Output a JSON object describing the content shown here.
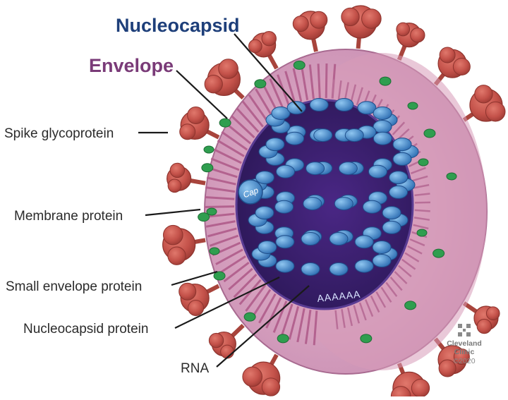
{
  "labels": {
    "nucleocapsid": "Nucleocapsid",
    "envelope": "Envelope",
    "spike": "Spike glycoprotein",
    "membrane": "Membrane protein",
    "small_envelope": "Small envelope protein",
    "nucleocapsid_protein": "Nucleocapsid protein",
    "rna": "RNA"
  },
  "inner_marks": {
    "cap": "Cap",
    "polya": "AAAAAA"
  },
  "credit": {
    "org_line1": "Cleveland",
    "org_line2": "Clinic",
    "copyright": "©2020"
  },
  "colors": {
    "nucleocapsid_title": "#1e3f7a",
    "envelope_title": "#7a3b78",
    "spike": "#c4524a",
    "membrane": "#c98fb3",
    "interior": "#3a1f6e",
    "helix": "#3f84c8",
    "green_protein": "#2f9e4f"
  }
}
